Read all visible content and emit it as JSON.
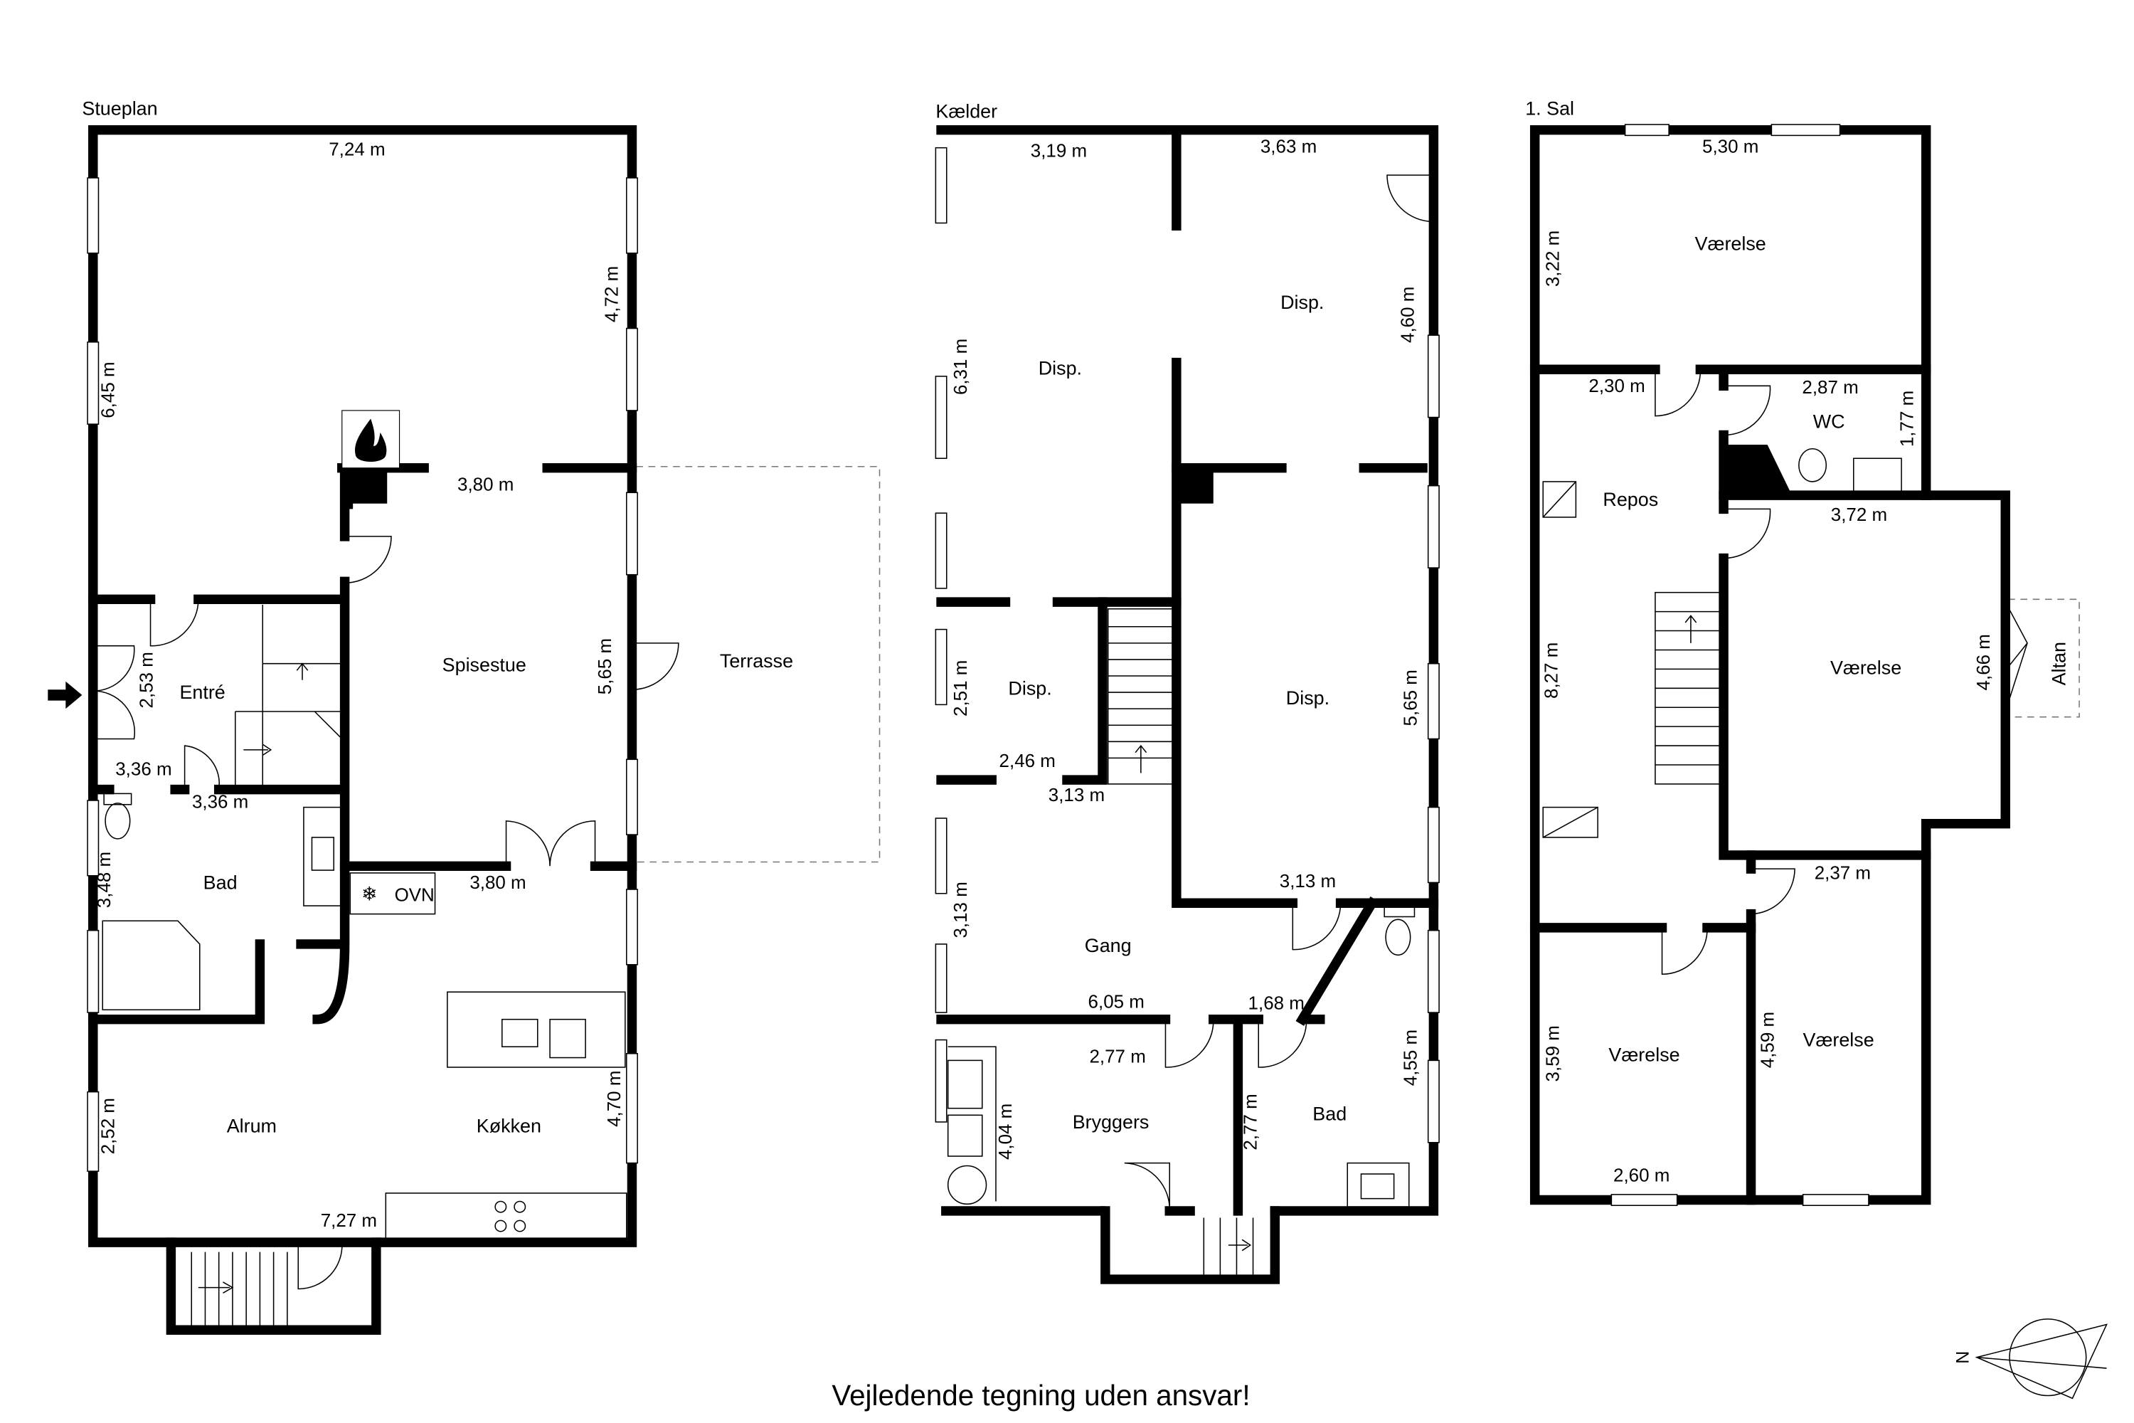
{
  "footer": "Vejledende tegning uden ansvar!",
  "compass": {
    "label": "N"
  },
  "plans": [
    {
      "title": "Stueplan",
      "rooms": [
        "Entré",
        "Spisestue",
        "Terrasse",
        "Bad",
        "Alrum",
        "Køkken"
      ],
      "appliance": "OVN",
      "dims": [
        "7,24 m",
        "6,45 m",
        "4,72 m",
        "3,80 m",
        "5,65 m",
        "2,53 m",
        "3,36 m",
        "3,36 m",
        "3,48 m",
        "3,80 m",
        "4,70 m",
        "2,52 m",
        "7,27 m"
      ]
    },
    {
      "title": "Kælder",
      "rooms": [
        "Disp.",
        "Disp.",
        "Disp.",
        "Disp.",
        "Gang",
        "Bryggers",
        "Bad"
      ],
      "dims": [
        "3,19 m",
        "3,63 m",
        "6,31 m",
        "4,60 m",
        "2,51 m",
        "2,46 m",
        "3,13 m",
        "5,65 m",
        "3,13 m",
        "3,13 m",
        "6,05 m",
        "1,68 m",
        "2,77 m",
        "4,04 m",
        "2,77 m",
        "4,55 m"
      ]
    },
    {
      "title": "1. Sal",
      "rooms": [
        "Værelse",
        "WC",
        "Repos",
        "Værelse",
        "Altan",
        "Værelse",
        "Værelse"
      ],
      "dims": [
        "5,30 m",
        "3,22 m",
        "2,30 m",
        "2,87 m",
        "1,77 m",
        "3,72 m",
        "8,27 m",
        "4,66 m",
        "2,37 m",
        "3,59 m",
        "4,59 m",
        "2,60 m"
      ]
    }
  ]
}
